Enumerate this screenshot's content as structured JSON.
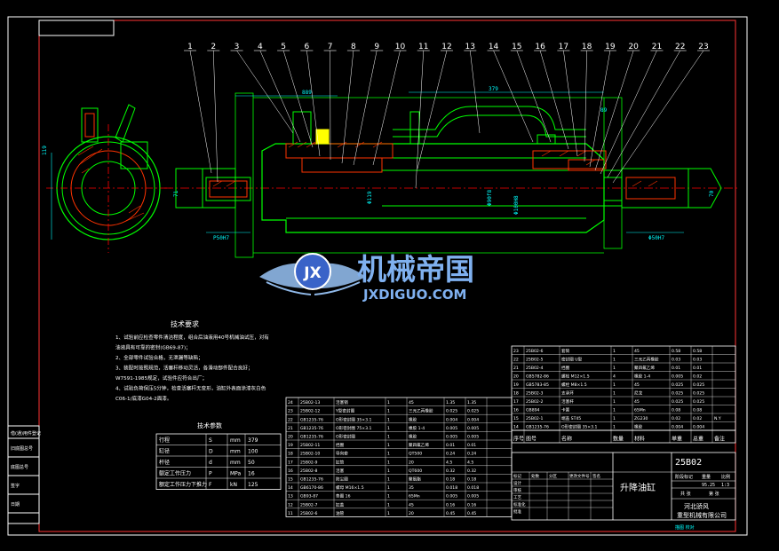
{
  "balloons": [
    "1",
    "2",
    "3",
    "4",
    "5",
    "6",
    "7",
    "8",
    "9",
    "10",
    "11",
    "12",
    "13",
    "14",
    "15",
    "16",
    "17",
    "18",
    "19",
    "20",
    "21",
    "22",
    "23"
  ],
  "dimensions": {
    "top_left": "889",
    "top_mid": "379",
    "top_right": "89",
    "left_height": "119",
    "left_bore": "71",
    "left_pin": "P50H7",
    "right_pin": "Φ50H7",
    "right_bore": "70",
    "center_1": "Φ90f8",
    "center_2": "Φ100H8",
    "center_3": "Φ119"
  },
  "watermark": {
    "logo_letters": "JX",
    "cn": "机械帝国",
    "en": "JXDIGUO.COM"
  },
  "tech_req": {
    "title": "技术要求",
    "lines": [
      "1、试验前应检查零件清洁程度，组合后油液用40号机械油试压，对有",
      "   油液具有可靠的密封(GB69-87)；",
      "2、全部零件试验合格，无泄漏等缺陷；",
      "3、装配时按照规范，活塞杆移动灵活，各滑动部件配合良好；",
      "   W7591-1985规定，试验件应符合出厂；",
      "4、试验负荷保压5分钟，检查活塞杆无变形，油缸外表面涂漆灰白色",
      "   C06-1/底漆G04-2面漆。"
    ]
  },
  "tech_params": {
    "title": "技术参数",
    "rows": [
      [
        "行程",
        "S",
        "mm",
        "379"
      ],
      [
        "缸径",
        "D",
        "mm",
        "100"
      ],
      [
        "杆径",
        "d",
        "mm",
        "50"
      ],
      [
        "额定工作压力",
        "P",
        "MPa",
        "16"
      ],
      [
        "额定工作压力下推力",
        "F",
        "kN",
        "125"
      ]
    ]
  },
  "parts_right": [
    [
      "23",
      "25B02-6",
      "套筒",
      "1",
      "45",
      "0.58",
      "0.58",
      ""
    ],
    [
      "22",
      "25B02-5",
      "密封圈 U型",
      "1",
      "三元乙丙橡胶",
      "0.03",
      "0.03",
      ""
    ],
    [
      "21",
      "25B02-4",
      "挡圈",
      "1",
      "聚四氟乙烯",
      "0.01",
      "0.01",
      ""
    ],
    [
      "20",
      "GB5782-86",
      "螺栓 M12×1.5",
      "4",
      "橡胶 1-4",
      "0.005",
      "0.02",
      ""
    ],
    [
      "19",
      "GB5783-85",
      "螺栓 M8×1.5",
      "1",
      "45",
      "0.025",
      "0.025",
      ""
    ],
    [
      "18",
      "25B02-3",
      "支承环",
      "1",
      "尼龙",
      "0.025",
      "0.025",
      ""
    ],
    [
      "17",
      "25B02-2",
      "活塞杆",
      "1",
      "45",
      "0.025",
      "0.025",
      ""
    ],
    [
      "16",
      "GB894",
      "卡簧",
      "1",
      "65Mn",
      "0.08",
      "0.08",
      ""
    ],
    [
      "15",
      "25B02-1",
      "端盖 ST45",
      "1",
      "ZG230",
      "0.02",
      "0.02",
      "N.Y"
    ],
    [
      "14",
      "GB1235-76",
      "O形密封圈 35×3.1",
      "1",
      "橡胶",
      "0.004",
      "0.004",
      ""
    ]
  ],
  "parts_right_header": [
    "序号",
    "图号",
    "名称",
    "数量",
    "材料",
    "单重",
    "总重",
    "备注"
  ],
  "parts_left": [
    [
      "24",
      "25B02-13",
      "活塞销",
      "1",
      "45",
      "1.35",
      "1.35",
      ""
    ],
    [
      "23",
      "25B02-12",
      "Y型密封圈",
      "1",
      "三元乙丙橡胶",
      "0.025",
      "0.025",
      ""
    ],
    [
      "22",
      "GB1235-76",
      "O形密封圈 35×3.1",
      "1",
      "橡胶",
      "0.004",
      "0.004",
      ""
    ],
    [
      "21",
      "GB1235-76",
      "O形密封圈 75×3.1",
      "1",
      "橡胶 1-4",
      "0.005",
      "0.005",
      ""
    ],
    [
      "20",
      "GB1235-76",
      "O形密封圈",
      "1",
      "橡胶",
      "0.005",
      "0.005",
      ""
    ],
    [
      "19",
      "25B02-11",
      "挡圈",
      "1",
      "聚四氟乙烯",
      "0.01",
      "0.01",
      ""
    ],
    [
      "18",
      "25B02-10",
      "导向套",
      "1",
      "QT500",
      "0.24",
      "0.24",
      ""
    ],
    [
      "17",
      "25B02-9",
      "缸筒",
      "1",
      "20",
      "4.5",
      "4.5",
      ""
    ],
    [
      "16",
      "25B02-8",
      "活塞",
      "1",
      "QT600",
      "0.32",
      "0.32",
      ""
    ],
    [
      "15",
      "GB1235-76",
      "防尘圈",
      "1",
      "聚氨酯",
      "0.18",
      "0.18",
      ""
    ],
    [
      "14",
      "GB6170-86",
      "螺母 M16×1.5",
      "1",
      "35",
      "0.018",
      "0.018",
      ""
    ],
    [
      "13",
      "GB93-87",
      "垫圈 16",
      "1",
      "65Mn",
      "0.005",
      "0.005",
      ""
    ],
    [
      "12",
      "25B02-7",
      "缸盖",
      "1",
      "45",
      "0.16",
      "0.16",
      ""
    ],
    [
      "11",
      "25B02-6",
      "油管",
      "1",
      "20",
      "0.45",
      "0.45",
      ""
    ]
  ],
  "title_block": {
    "drawing_no": "25B02",
    "name": "升降油缸",
    "company_1": "河北骄风",
    "company_2": "重型机械有限公司",
    "stage": "阶段标记",
    "weight": "重量",
    "scale": "比例",
    "weight_val": "95.25",
    "scale_val": "1:3",
    "sheet": "共 张",
    "sheet2": "第 张",
    "labels": [
      "标记",
      "处数",
      "分区",
      "更改文件号",
      "签名",
      "年月日"
    ],
    "rows": [
      "设计",
      "审核",
      "工艺",
      "标准化",
      "批准"
    ],
    "bottom": "描图 校对"
  },
  "left_strip": [
    "借(通)用件登记",
    "旧底图总号",
    "底图总号",
    "签字",
    "日期"
  ],
  "colors": {
    "border": "#ffffff",
    "frame": "#0000ff",
    "outline": "#00ff00",
    "centerline": "#ff0000",
    "section": "#ff6600",
    "dimension": "#00ffff",
    "text_white": "#ffffff",
    "table_text": "#ffffff",
    "leader": "#ffffff",
    "hatch": "#ff3300"
  }
}
